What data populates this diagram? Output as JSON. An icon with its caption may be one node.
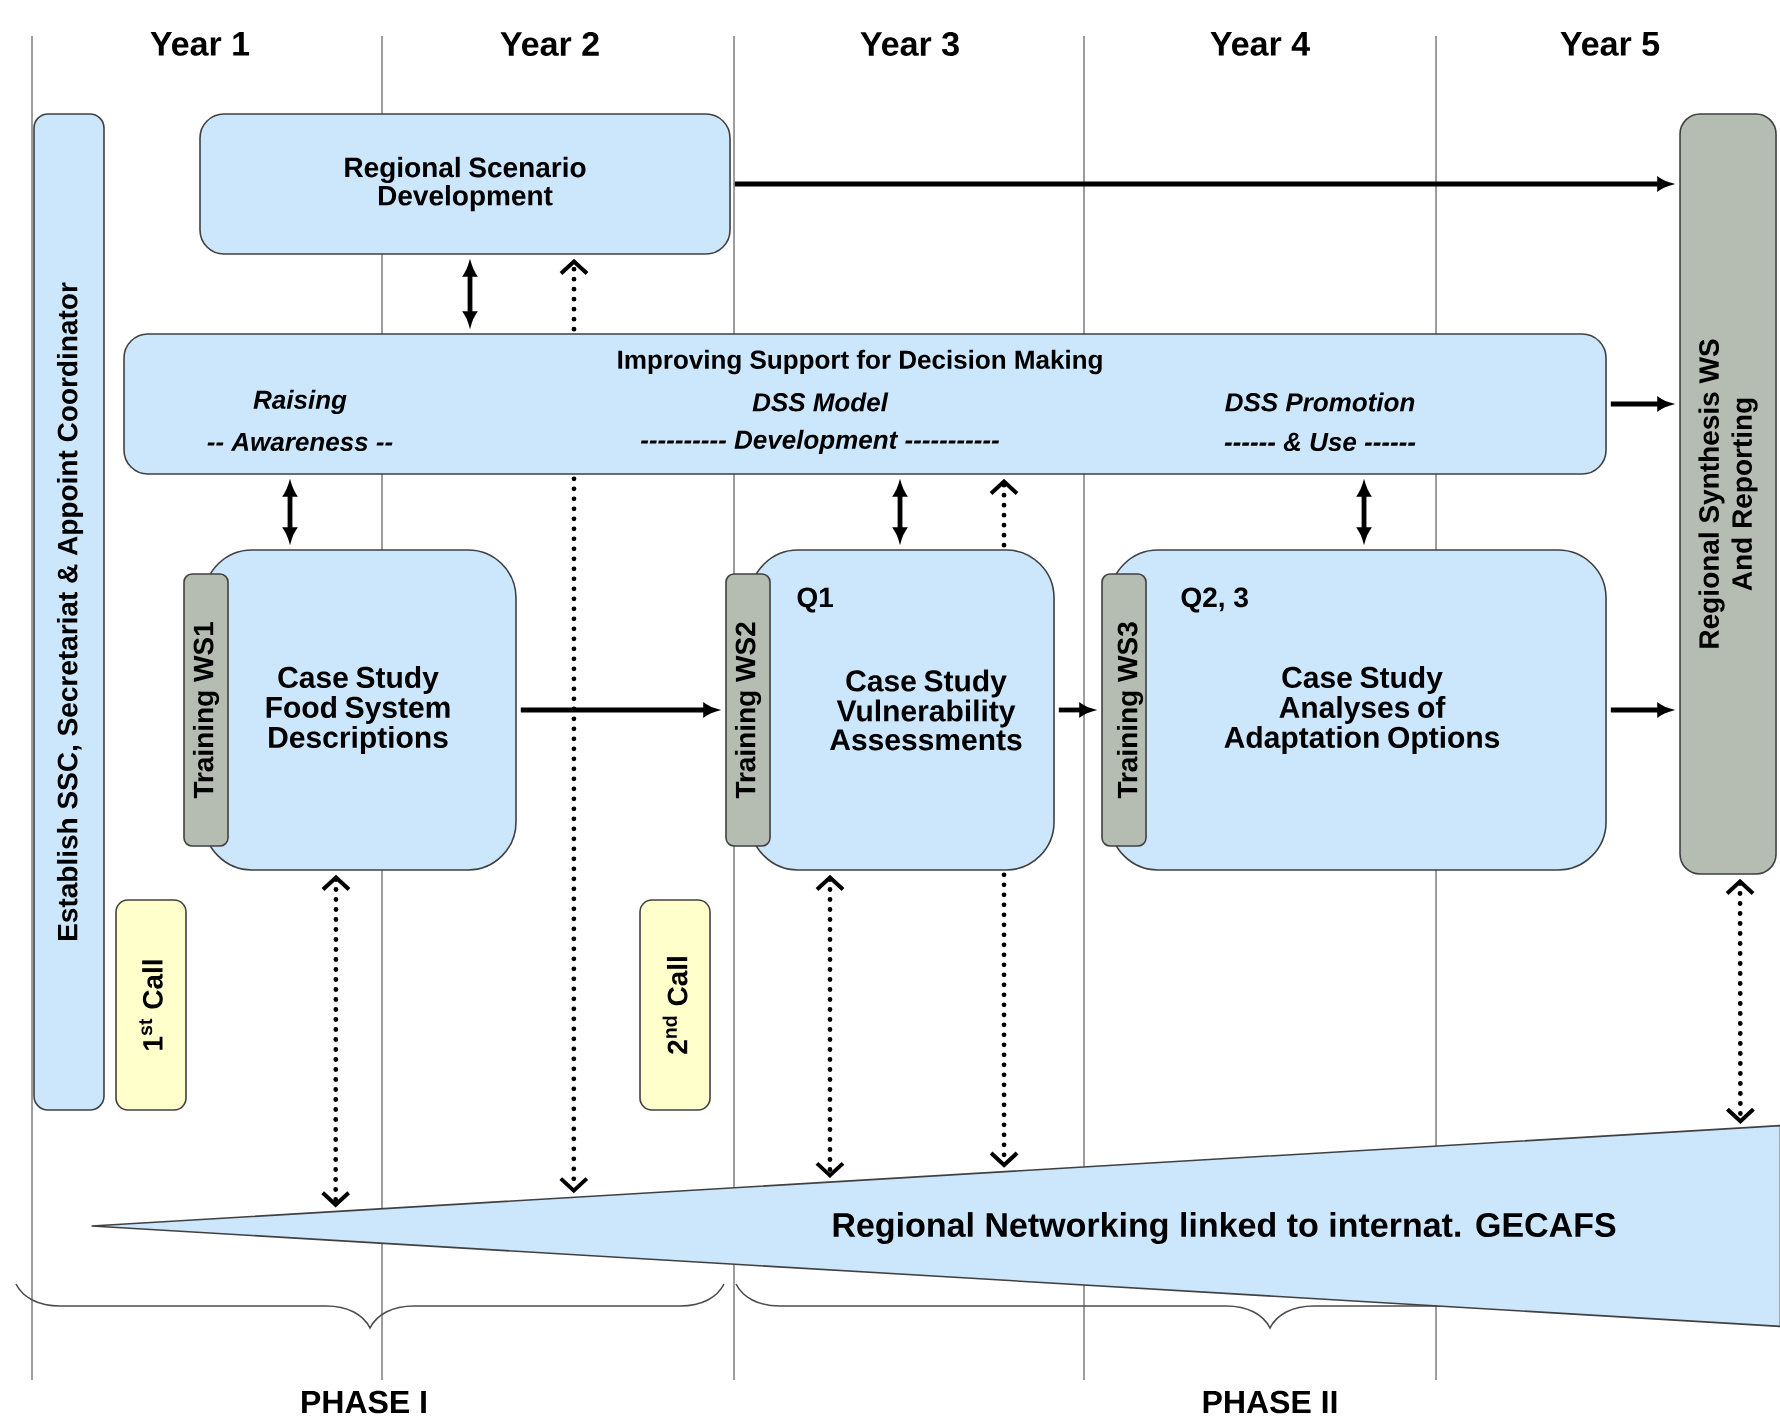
{
  "diagram": {
    "nodes": [
      {
        "text": [
          "Establish SSC, Secretariat & Appoint Coordinator"
        ]
      },
      {
        "text": [
          "Regional Scenario Development"
        ]
      },
      {
        "text": [
          "Improving Support for Decision Making",
          "Raising",
          "-- Awareness --",
          "DSS Model",
          "---------- Development -----------",
          "DSS Promotion",
          "------ & Use ------"
        ]
      },
      {
        "text": [
          "Regional Synthesis WS And Reporting"
        ]
      },
      {
        "text": [
          "Case Study Food System Descriptions"
        ]
      },
      {
        "text": [
          "Training WS1"
        ]
      },
      {
        "text": [
          "Q1",
          "Case Study Vulnerability Assessments"
        ]
      },
      {
        "text": [
          "Training WS2"
        ]
      },
      {
        "text": [
          "Q2, 3",
          "Case Study Analyses of Adaptation Options"
        ]
      },
      {
        "text": [
          "Training WS3"
        ]
      },
      {
        "text": [
          "1$^{st}$ Call"
        ]
      },
      {
        "text": [
          "2$^{nd}$ Call"
        ]
      },
      {
        "text": [
          "Regional Networking linked to internat. GECAFS"
        ]
      }
    ],
    "edges": [
      {
        "from": 1,
        "to": 3,
        "arrow": "to"
      },
      {
        "from": 2,
        "to": 3,
        "arrow": "to"
      },
      {
        "from": 8,
        "to": 3,
        "arrow": "to"
      },
      {
        "from": 4,
        "to": 7,
        "arrow": "to"
      },
      {
        "from": 6,
        "to": 9,
        "arrow": "to"
      },
      {
        "from": 1,
        "to": 2,
        "arrow": "both"
      },
      {
        "from": 2,
        "to": 4,
        "arrow": "both"
      },
      {
        "from": 2,
        "to": 6,
        "arrow": "both"
      },
      {
        "from": 2,
        "to": 8,
        "arrow": "both"
      },
      {
        "from": 2,
        "to": 1,
        "arrow": "to",
        "style": "dashed"
      },
      {
        "from": 2,
        "to": 12,
        "arrow": "to",
        "style": "dashed"
      },
      {
        "from": 6,
        "to": 2,
        "arrow": "to",
        "style": "dashed"
      },
      {
        "from": 6,
        "to": 12,
        "arrow": "to",
        "style": "dashed"
      },
      {
        "from": 4,
        "to": 12,
        "arrow": "both",
        "style": "dashed"
      },
      {
        "from": 6,
        "to": 12,
        "arrow": "both",
        "style": "dashed"
      },
      {
        "from": 3,
        "to": 12,
        "arrow": "both",
        "style": "dashed"
      }
    ],
    "labels": [
      "Year 1",
      "Year 2",
      "Year 3",
      "Year 4",
      "Year 5",
      "PHASE I",
      "PHASE II"
    ]
  }
}
